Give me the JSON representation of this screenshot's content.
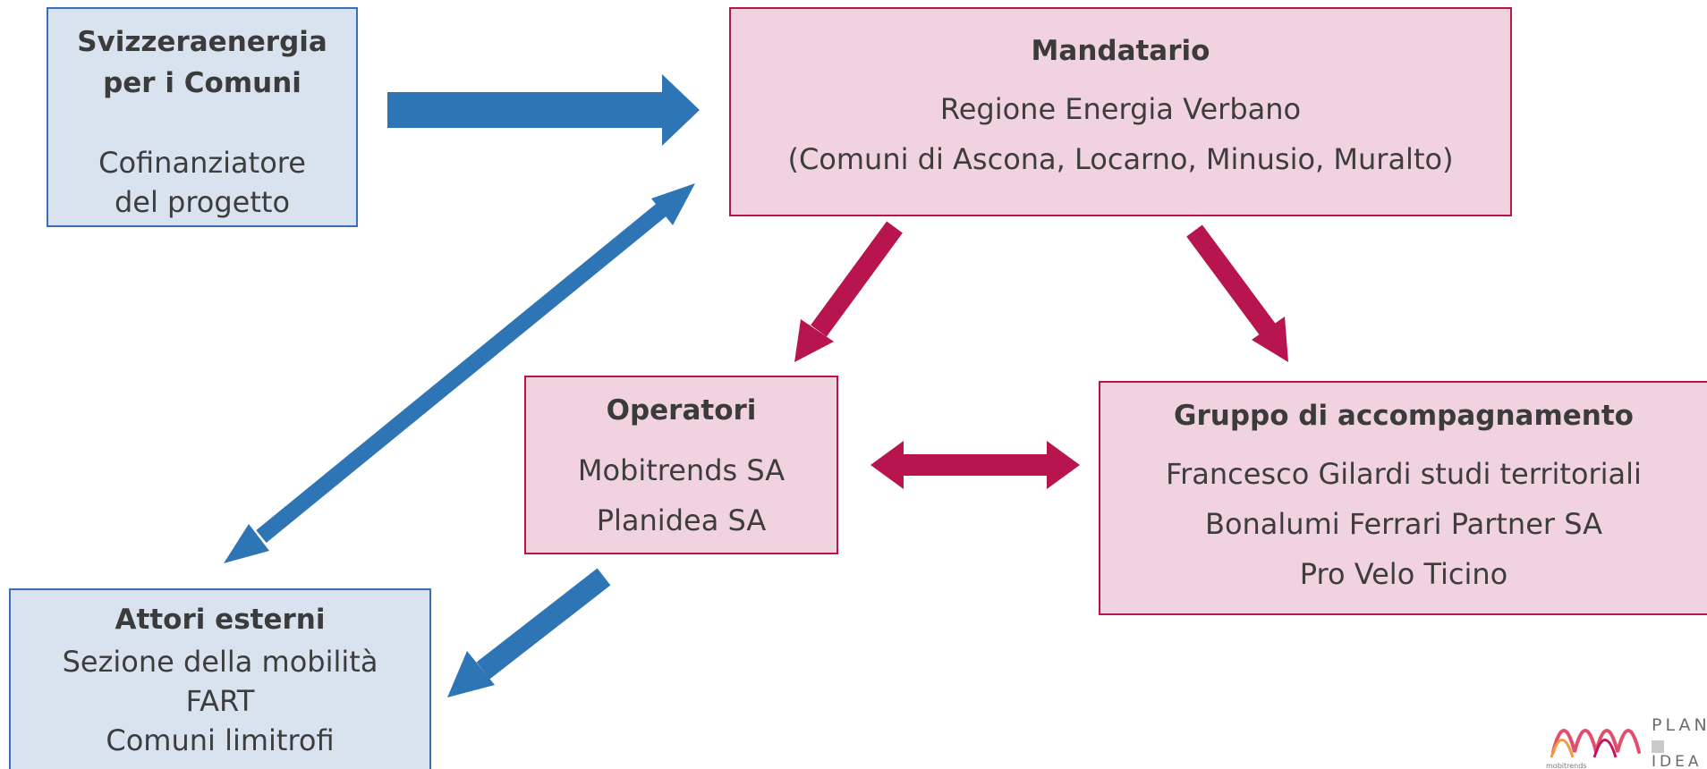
{
  "boxes": {
    "svizzera": {
      "title_1": "Svizzeraenergia",
      "title_2": "per i Comuni",
      "line_1": "Cofinanziatore",
      "line_2": "del progetto"
    },
    "mandatario": {
      "title": "Mandatario",
      "line_1": "Regione Energia Verbano",
      "line_2": "(Comuni di Ascona, Locarno, Minusio, Muralto)"
    },
    "operatori": {
      "title": "Operatori",
      "line_1": "Mobitrends SA",
      "line_2": "Planidea SA"
    },
    "gruppo": {
      "title": "Gruppo di accompagnamento",
      "line_1": "Francesco Gilardi studi territoriali",
      "line_2": "Bonalumi Ferrari Partner SA",
      "line_3": "Pro Velo Ticino"
    },
    "attori": {
      "title": "Attori esterni",
      "line_1": "Sezione della mobilità",
      "line_2": "FART",
      "line_3": "Comuni limitrofi"
    }
  },
  "logo": {
    "text_1": "PLAN",
    "text_2": "IDEA",
    "sub": "mobitrends"
  },
  "colors": {
    "blue_arrow": "#2e75b6",
    "pink_arrow": "#b8154f",
    "blue_box_fill": "#d9e3ef",
    "pink_box_fill": "#f1d3e0"
  }
}
